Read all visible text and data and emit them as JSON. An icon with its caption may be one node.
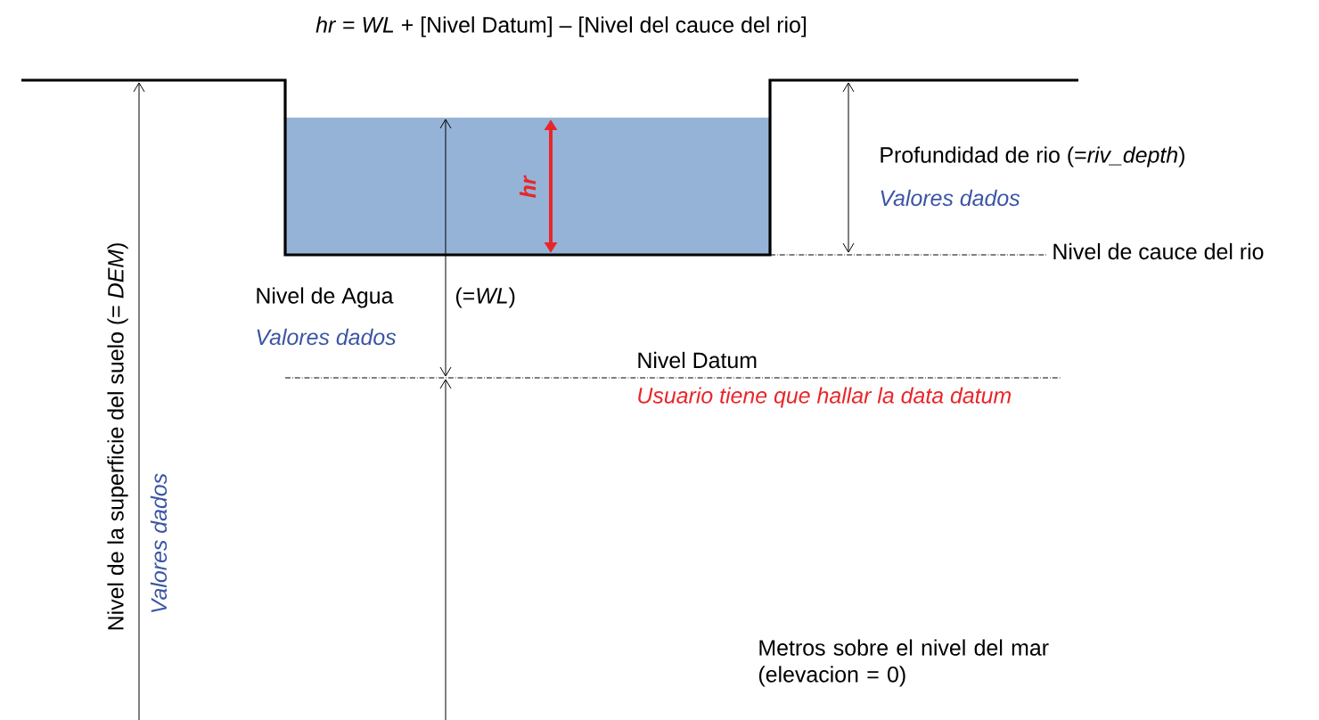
{
  "diagram": {
    "title": "*hr* = *WL* + [Nivel Datum] – [Nivel del cauce del rio]",
    "labels": [
      "Profundidad de rio (=*riv_depth*)",
      "Valores dados",
      "hr",
      "Nivel de cauce del rio",
      "Nivel de Agua",
      "(=*WL*)",
      "Valores dados",
      "Nivel Datum",
      "Usuario tiene que hallar la data datum",
      "Nivel de la superficie del suelo (= *DEM*)",
      "Valores dados",
      "Metros sobre el nivel del mar (elevacion = 0)"
    ]
  }
}
